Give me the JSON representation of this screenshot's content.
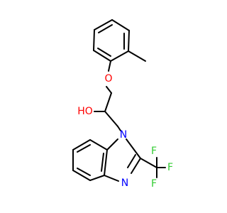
{
  "molecule": {
    "atom_labels": {
      "ether_oxygen": "O",
      "hydroxyl": "HO",
      "imidazole_n1": "N",
      "imidazole_n3": "N",
      "fluorine_a": "F",
      "fluorine_b": "F",
      "fluorine_c": "F"
    }
  },
  "colors": {
    "bond": "#000000",
    "oxygen": "#FF0000",
    "nitrogen": "#0000FF",
    "fluorine": "#33CC33"
  }
}
